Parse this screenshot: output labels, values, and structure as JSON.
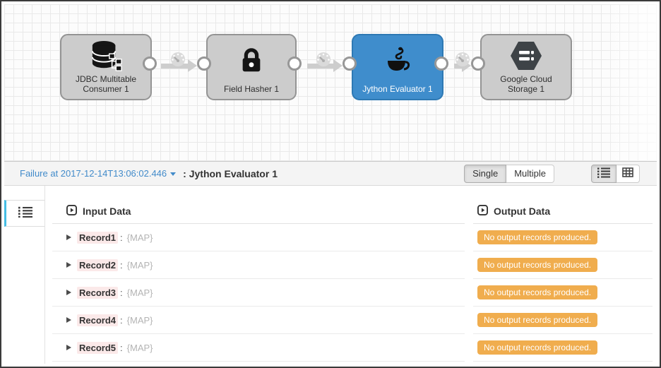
{
  "canvas": {
    "nodes": [
      {
        "label": "JDBC Multitable Consumer 1",
        "icon": "database-icon",
        "selected": false
      },
      {
        "label": "Field Hasher 1",
        "icon": "lock-icon",
        "selected": false
      },
      {
        "label": "Jython Evaluator 1",
        "icon": "jython-coffee-icon",
        "selected": true
      },
      {
        "label": "Google Cloud Storage 1",
        "icon": "gcs-hexagon-icon",
        "selected": false
      }
    ]
  },
  "preview_bar": {
    "failure_link": "Failure at 2017-12-14T13:06:02.446",
    "stage_separator": ":",
    "stage_name": "Jython Evaluator 1",
    "buttons": {
      "single": "Single",
      "multiple": "Multiple"
    }
  },
  "data_panel": {
    "input_header": "Input Data",
    "output_header": "Output Data",
    "no_output_message": "No output records produced.",
    "records": [
      {
        "name": "Record1",
        "separator": ":",
        "type": "{MAP}"
      },
      {
        "name": "Record2",
        "separator": ":",
        "type": "{MAP}"
      },
      {
        "name": "Record3",
        "separator": ":",
        "type": "{MAP}"
      },
      {
        "name": "Record4",
        "separator": ":",
        "type": "{MAP}"
      },
      {
        "name": "Record5",
        "separator": ":",
        "type": "{MAP}"
      }
    ]
  },
  "colors": {
    "selected_node": "#3f8dcc",
    "stage_fill": "#cccccc",
    "badge_bg": "#f0ad4e",
    "link_blue": "#428bca",
    "accent_cyan": "#45bde4",
    "highlight_pink": "#fbe9e9"
  }
}
